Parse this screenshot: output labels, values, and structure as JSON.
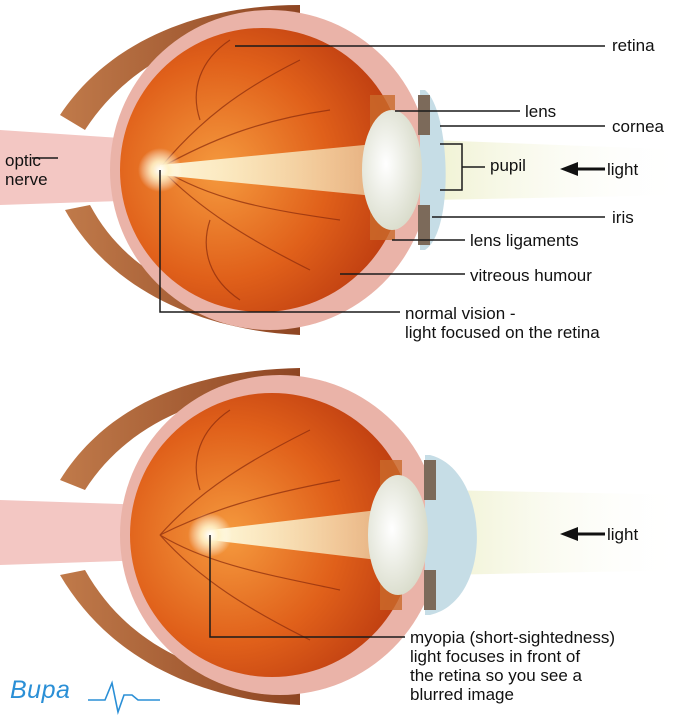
{
  "diagram": {
    "labels": {
      "retina": "retina",
      "lens": "lens",
      "cornea": "cornea",
      "pupil": "pupil",
      "light_top": "light",
      "optic_nerve": "optic\nnerve",
      "iris": "iris",
      "lens_ligaments": "lens ligaments",
      "vitreous_humour": "vitreous humour",
      "normal_vision": "normal vision -\nlight focused on the retina",
      "light_bottom": "light",
      "myopia": "myopia (short-sightedness)\nlight focuses in front of\nthe retina so you see a\nblurred image"
    },
    "brand": "Bupa"
  },
  "colors": {
    "eyeball_orange": "#e0601a",
    "sclera_pink": "#eab3a8",
    "muscle_brown": "#a8552a",
    "lens_white": "#f3f3ea",
    "light_beam": "#f7f0c8",
    "cornea_blue": "#c6dde6",
    "brand_blue": "#2a8fd6"
  }
}
